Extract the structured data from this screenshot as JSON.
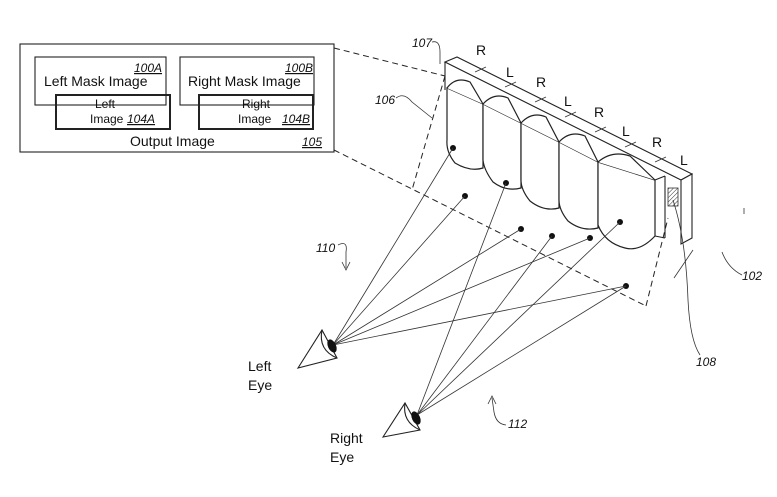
{
  "output_image": {
    "caption": "Output Image",
    "ref": "105",
    "left_mask": {
      "label": "Left Mask Image",
      "ref": "100A"
    },
    "right_mask": {
      "label": "Right Mask Image",
      "ref": "100B"
    },
    "left_image": {
      "line1": "Left",
      "line2": "Image",
      "ref": "104A"
    },
    "right_image": {
      "line1": "Right",
      "line2": "Image",
      "ref": "104B"
    }
  },
  "display": {
    "strip_labels": [
      "R",
      "L",
      "R",
      "L",
      "R",
      "L",
      "R",
      "L"
    ],
    "ref_display": "102",
    "ref_sheet": "107",
    "ref_lens": "106",
    "ref_pixel": "108"
  },
  "views": {
    "left_ref": "110",
    "right_ref": "112"
  },
  "eyes": {
    "left": {
      "line1": "Left",
      "line2": "Eye"
    },
    "right": {
      "line1": "Right",
      "line2": "Eye"
    }
  }
}
